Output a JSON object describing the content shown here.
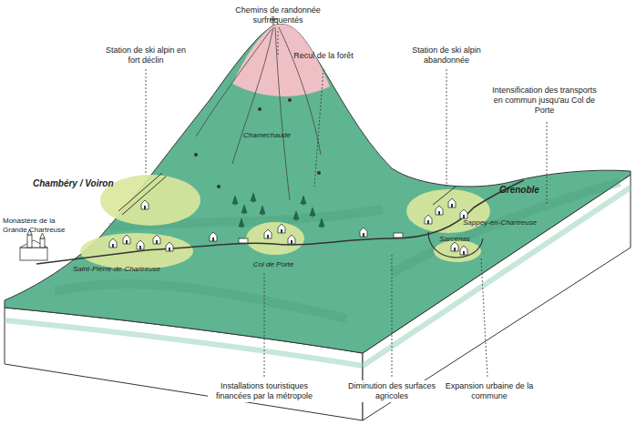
{
  "diagram": {
    "labels": [
      "Chemins de randonnée surfréquentés",
      "Station de ski alpin en fort déclin",
      "Recul de la forêt",
      "Station de ski alpin abandonnée",
      "Intensification des transports en commun jusqu'au Col de Porte",
      "Chamechaude",
      "Chambéry / Voiron",
      "Grenoble",
      "Monastère de la Grande Chartreuse",
      "Saint-Pierre-de-Chartreuse",
      "Col de Porte",
      "Sappey-en-Chartreuse",
      "Sarcenas",
      "Installations touristiques financées par la métropole",
      "Diminution des surfaces agricoles",
      "Expansion urbaine de la commune"
    ]
  }
}
